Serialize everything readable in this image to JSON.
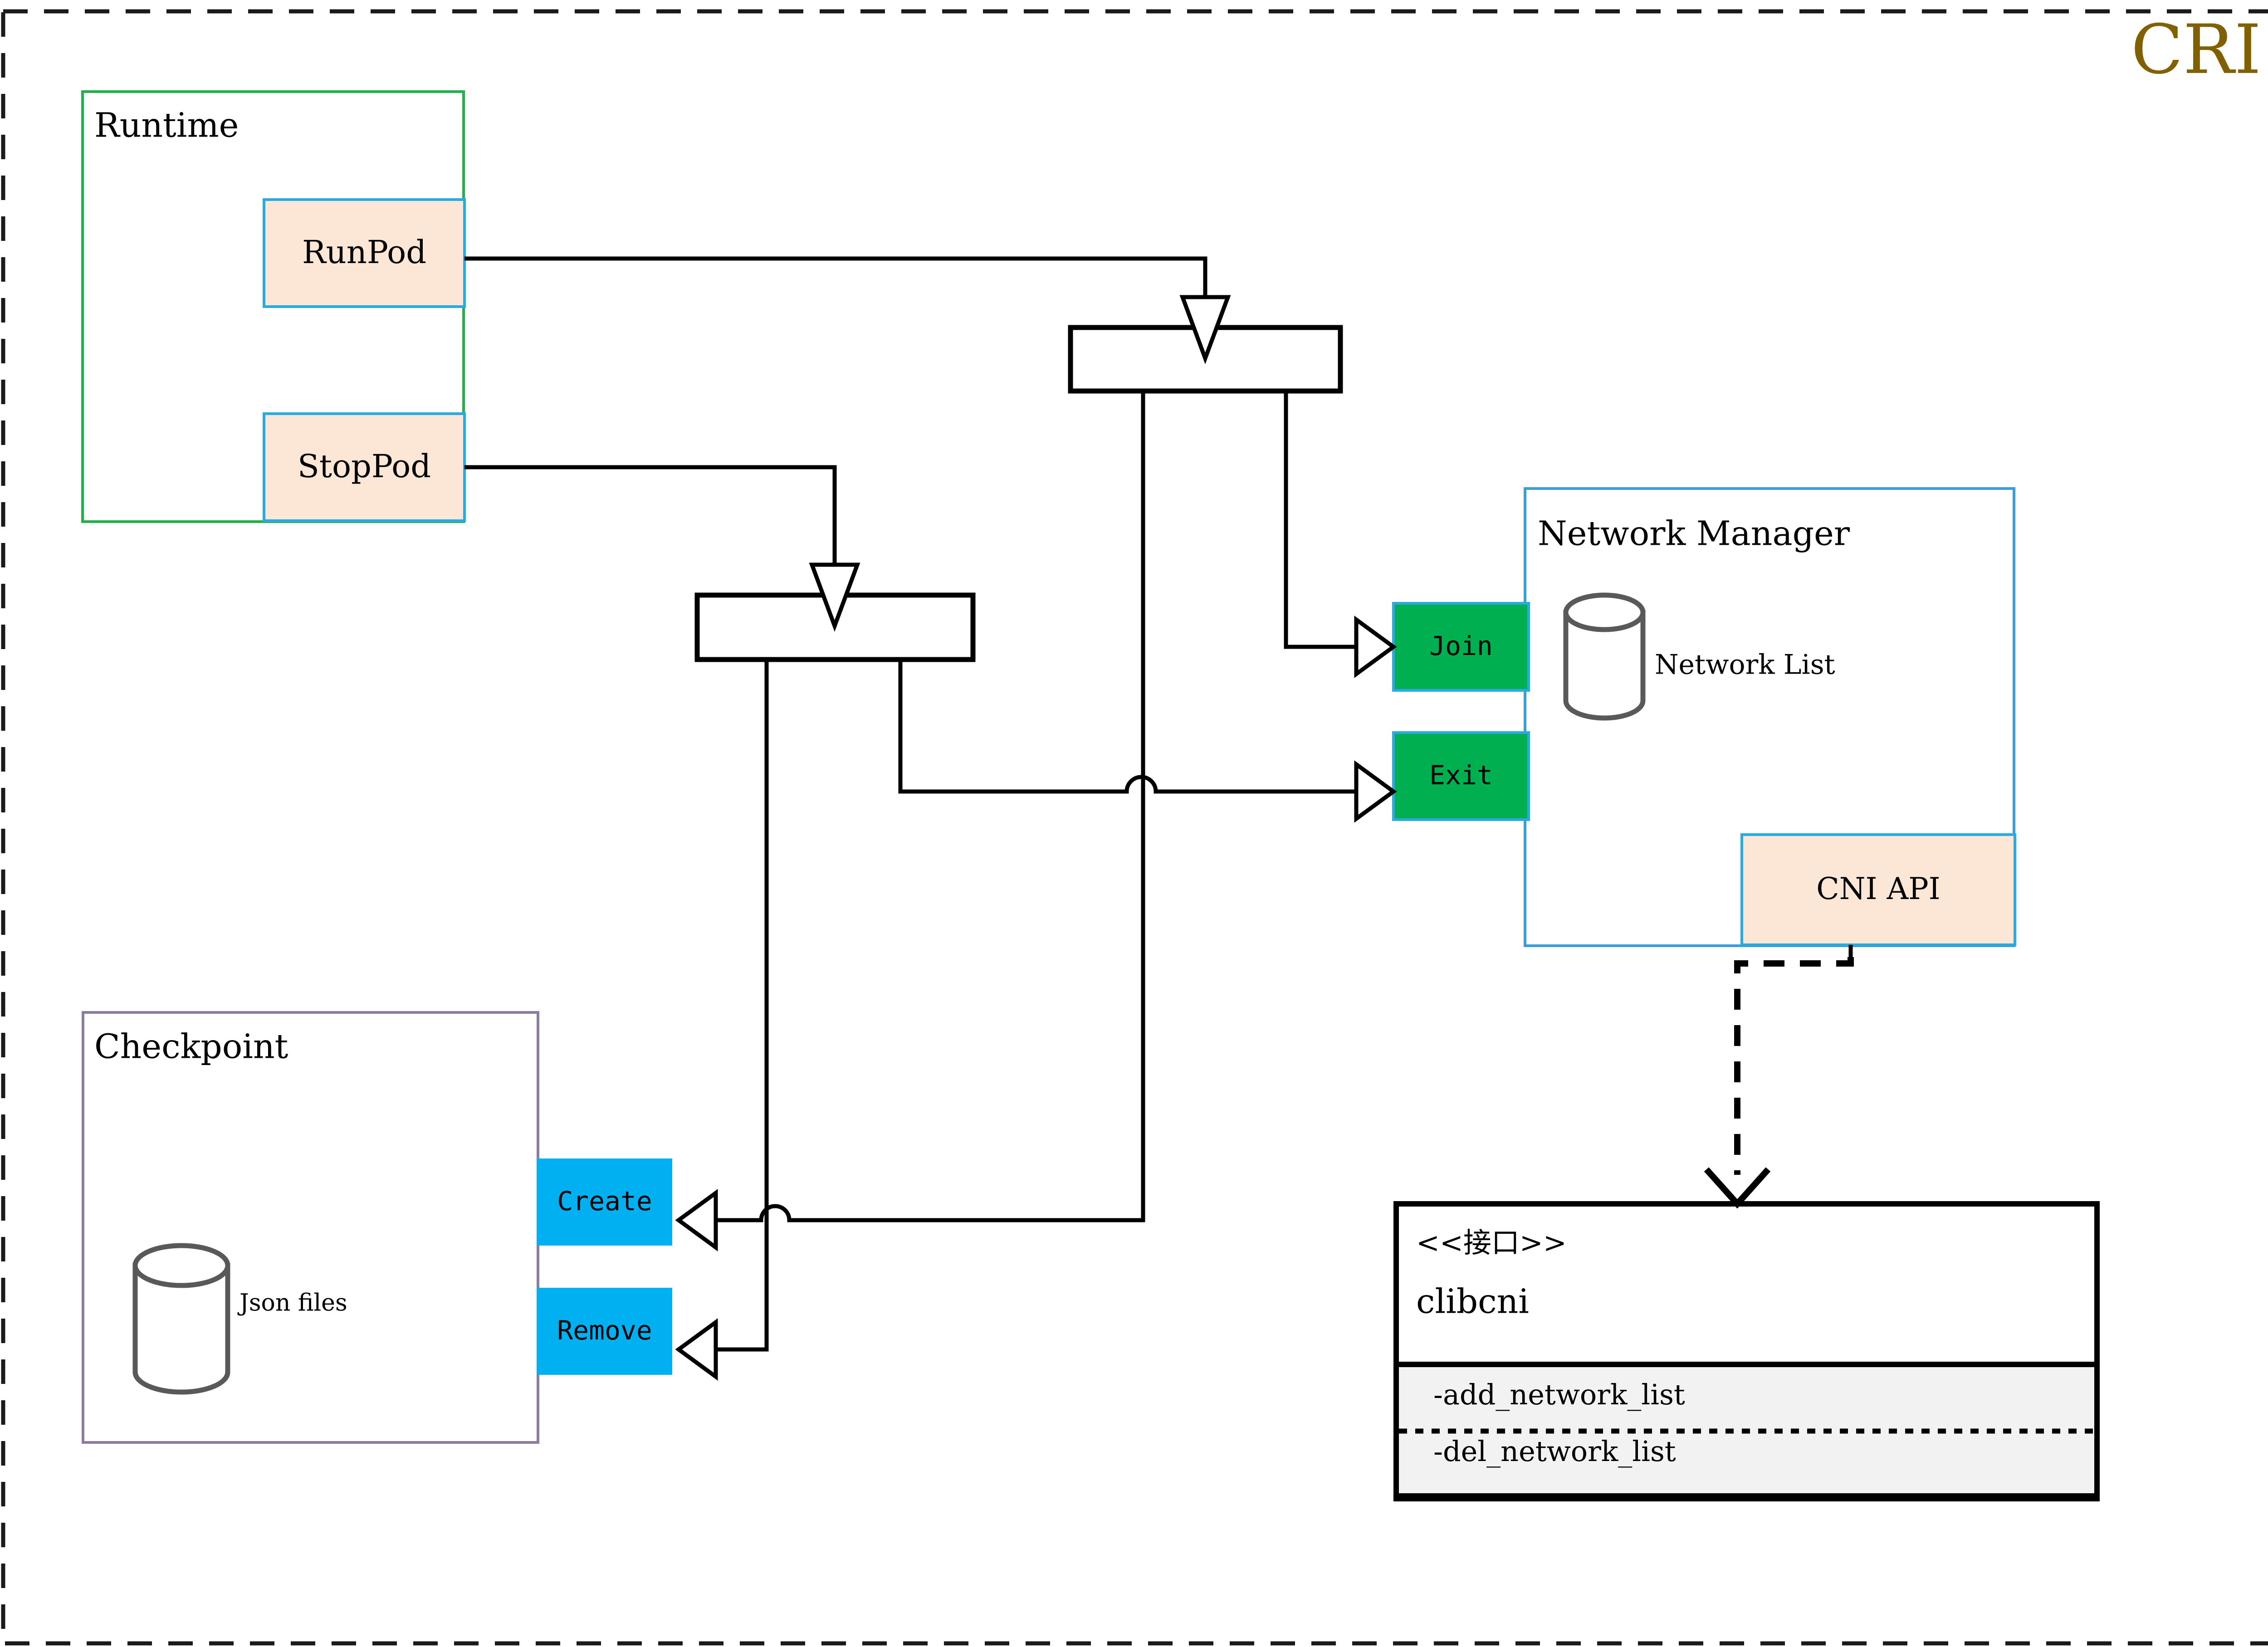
{
  "diagram": {
    "title": "CRI",
    "title_color": "#806000",
    "outer_border_style": "dashed"
  },
  "colors": {
    "runtime_border": "#22B14C",
    "checkpoint_border": "#8D7BA0",
    "pod_fill": "#FCE6D6",
    "pod_border": "#29ABE2",
    "nm_border": "#3A9FD8",
    "green_op": "#00B050",
    "green_op_border": "#29ABE2",
    "cyan_op": "#00B0F0",
    "cylinder_stroke": "#595959",
    "iface_method_fill": "#F2F2F2",
    "edge": "#000000"
  },
  "runtime": {
    "label": "Runtime",
    "operations": [
      {
        "label": "RunPod",
        "name": "runpod"
      },
      {
        "label": "StopPod",
        "name": "stoppod"
      }
    ]
  },
  "checkpoint": {
    "label": "Checkpoint",
    "store_label": "Json files",
    "operations": [
      {
        "label": "Create",
        "name": "create"
      },
      {
        "label": "Remove",
        "name": "remove"
      }
    ]
  },
  "network_manager": {
    "label": "Network Manager",
    "store_label": "Network List",
    "api_label": "CNI API",
    "operations": [
      {
        "label": "Join",
        "name": "join"
      },
      {
        "label": "Exit",
        "name": "exit"
      }
    ]
  },
  "interface_clibcni": {
    "stereotype": "<<接口>>",
    "name": "clibcni",
    "methods": [
      "-add_network_list",
      "-del_network_list"
    ]
  },
  "junctions": [
    {
      "name": "runpod-dispatch"
    },
    {
      "name": "stoppod-dispatch"
    }
  ]
}
